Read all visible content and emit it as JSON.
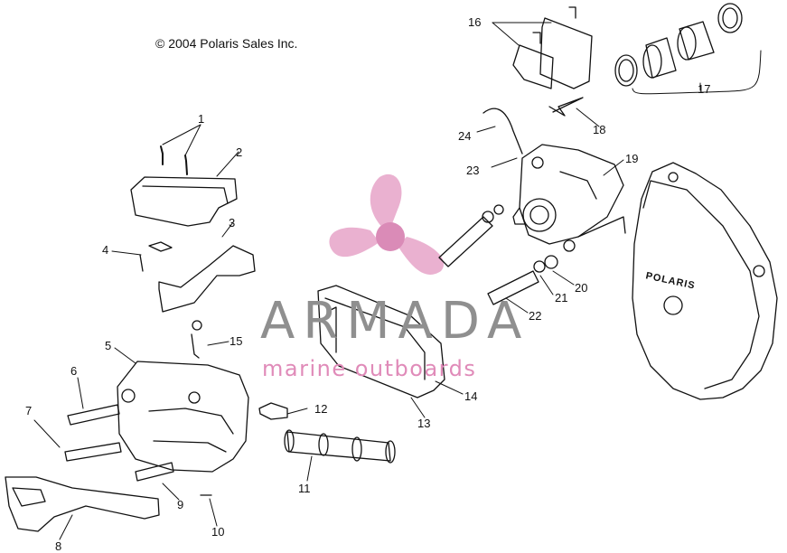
{
  "copyright": "© 2004 Polaris Sales Inc.",
  "watermark": {
    "brand": "ARMADA",
    "tagline": "marine outboards",
    "brand_color": "#8f8f8f",
    "accent_color": "#e08bb9"
  },
  "callouts": {
    "c1": "1",
    "c2": "2",
    "c3": "3",
    "c4": "4",
    "c5": "5",
    "c6": "6",
    "c7": "7",
    "c8": "8",
    "c9": "9",
    "c10": "10",
    "c11": "11",
    "c12": "12",
    "c13": "13",
    "c14": "14",
    "c15": "15",
    "c16": "16",
    "c17": "17",
    "c18": "18",
    "c19": "19",
    "c20": "20",
    "c21": "21",
    "c22": "22",
    "c23": "23",
    "c24": "24"
  },
  "gearcase_logo": "POLARIS"
}
